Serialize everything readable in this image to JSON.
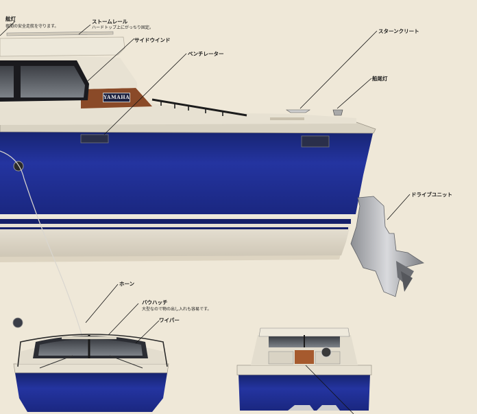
{
  "callouts": {
    "navigation_light": "舷灯",
    "navigation_light_desc": "夜間の安全走航を守ります。",
    "storm_rail": "ストームレール",
    "storm_rail_desc": "ハードトップ上にがっちり固定。",
    "side_window": "サイドウインド",
    "ventilator": "ベンチレーター",
    "stern_cleat": "スターンクリート",
    "stern_light": "船尾灯",
    "drive_unit": "ドライブユニット",
    "horn": "ホーン",
    "bow_hatch": "バウハッチ",
    "bow_hatch_desc": "大型なので物の出し入れも容易です。",
    "wiper": "ワイパー"
  },
  "brand_badge": "YAMAHA",
  "colors": {
    "hull_blue": "#1f2f8f",
    "deck_white": "#e9e4d6",
    "trim_wood": "#8a4a28",
    "background": "#efe8d8"
  }
}
